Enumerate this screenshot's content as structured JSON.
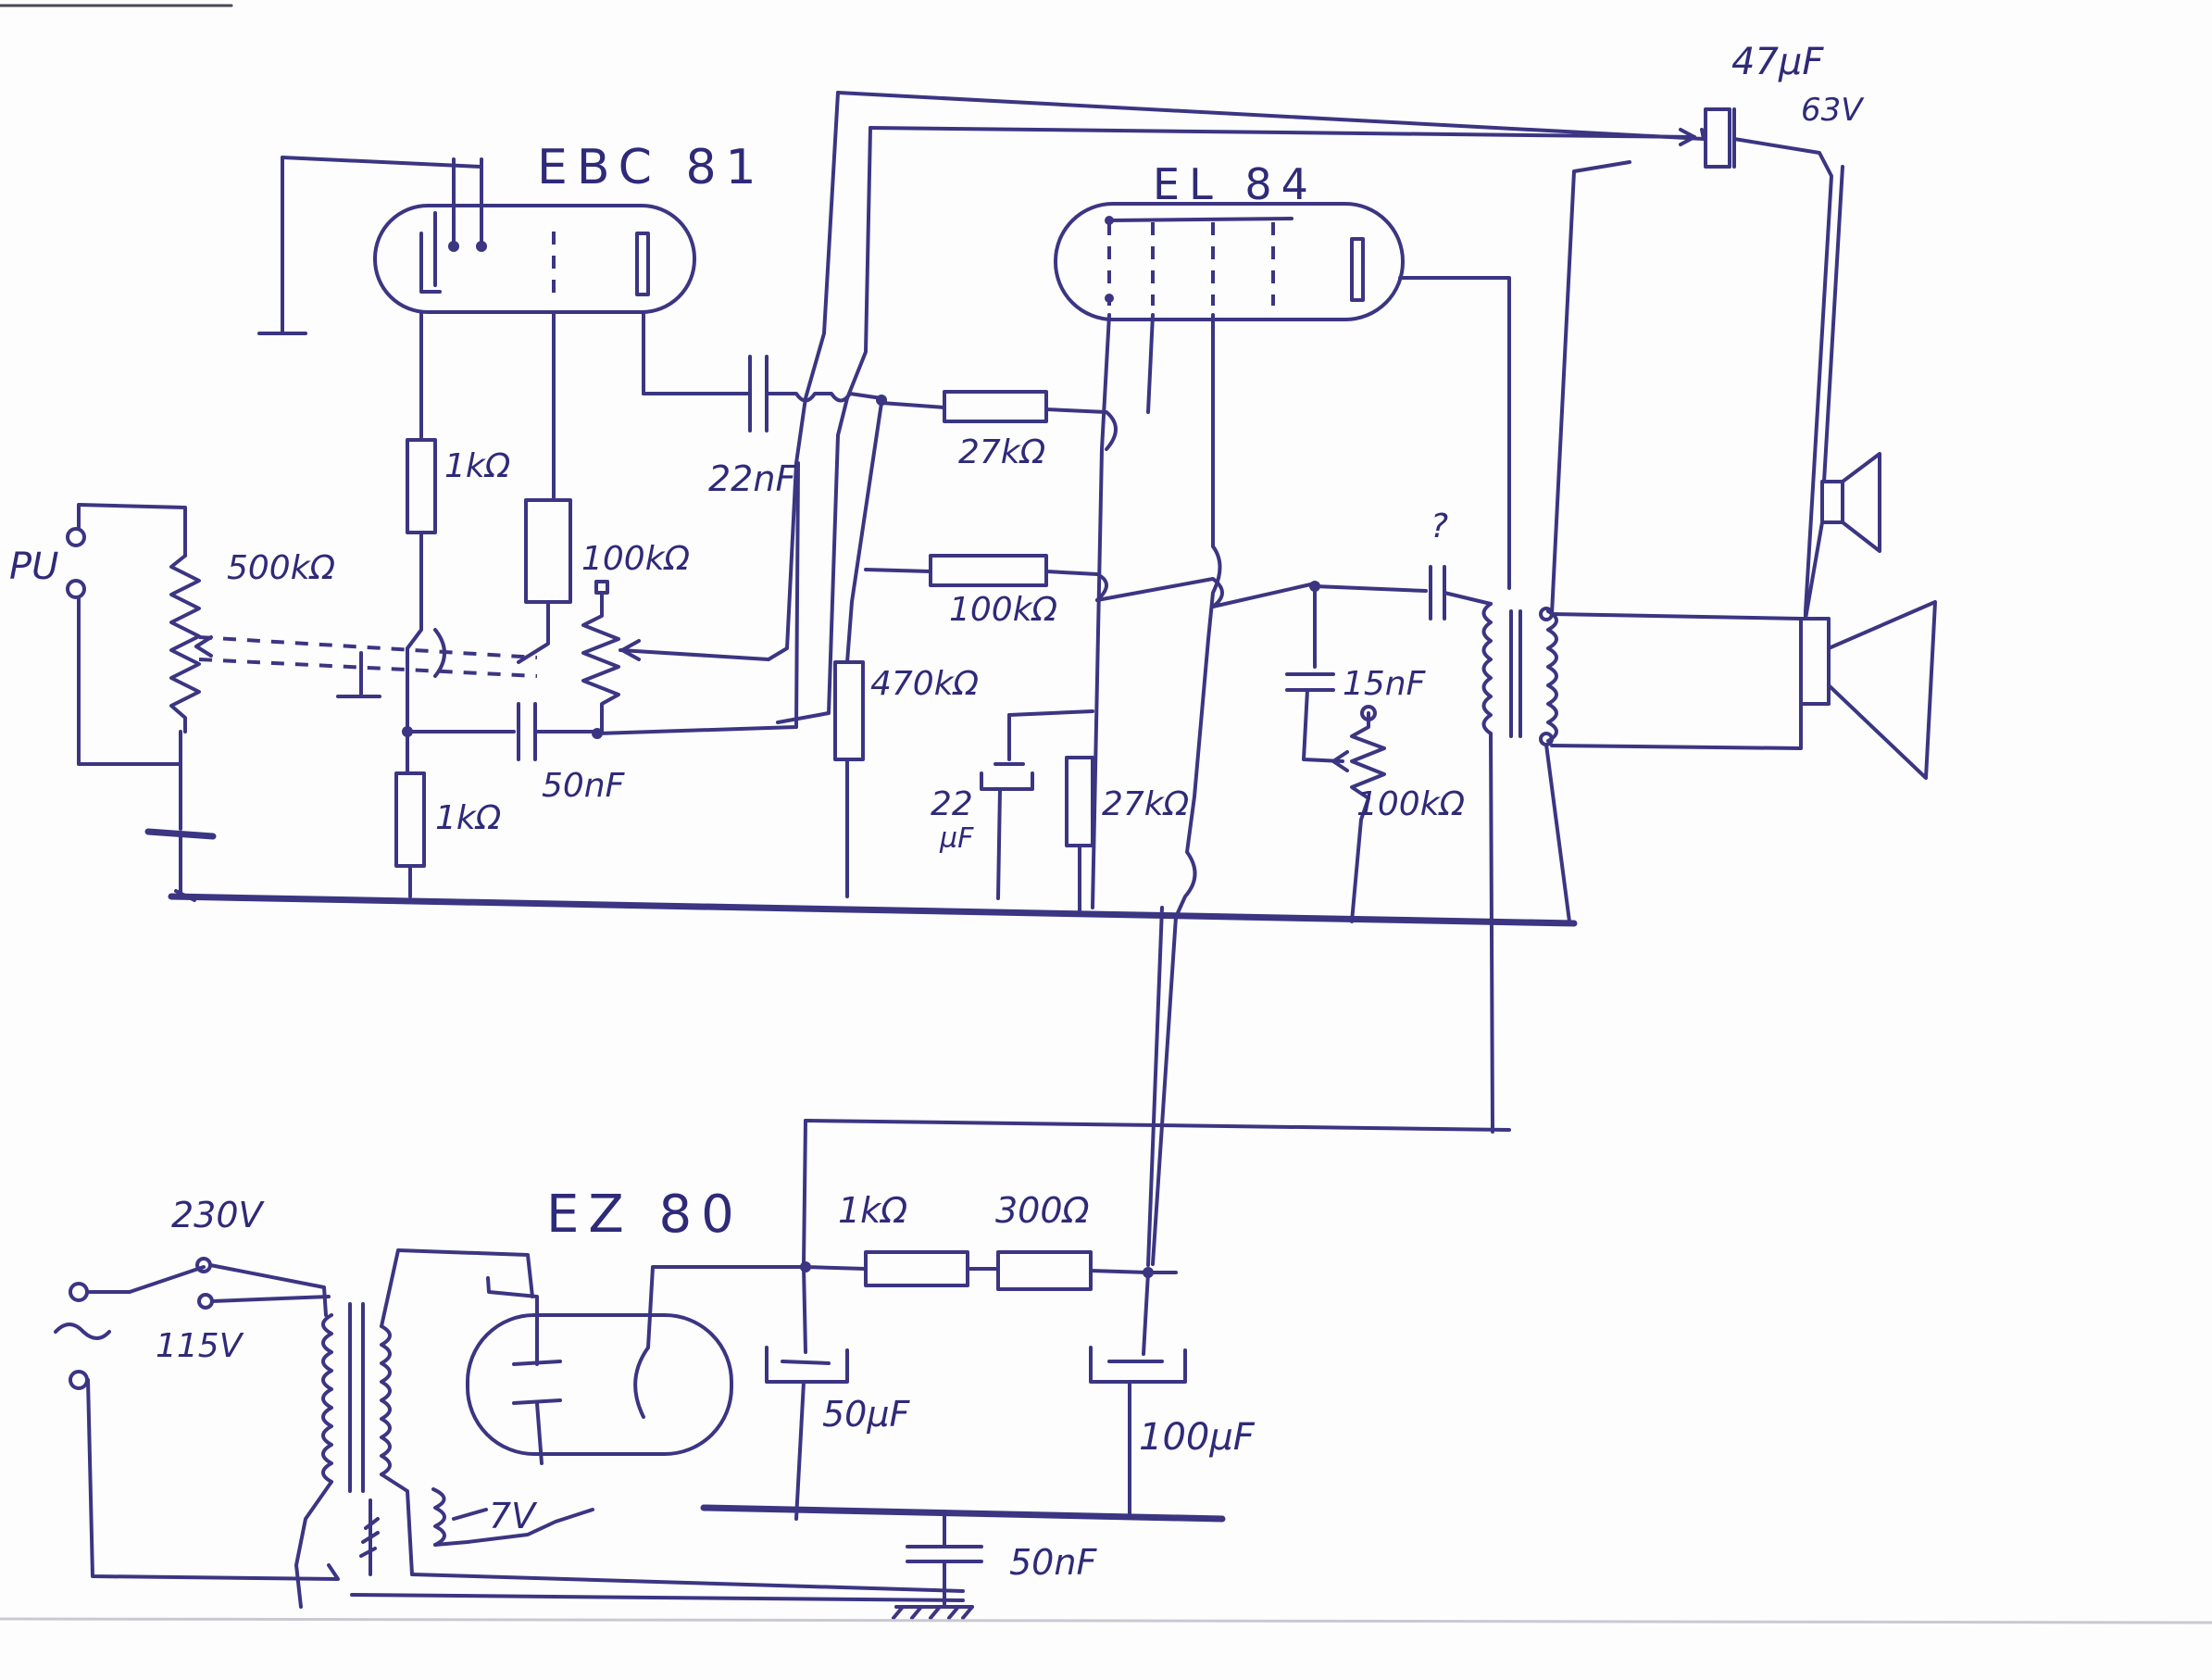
{
  "tubes": {
    "preamp": "EBC 81",
    "power": "EL 84",
    "rectifier": "EZ 80"
  },
  "labels": {
    "pickup": "PU",
    "vol_pot": "500kΩ",
    "r_cath1": "1kΩ",
    "r_cath2": "1kΩ",
    "r_plate1": "100kΩ",
    "c_couple": "22nF",
    "r_grid_stop": "27kΩ",
    "r_fb": "100kΩ",
    "r_grid_leak": "470kΩ",
    "c_cath": "22",
    "c_cath_unit": "µF",
    "r_cath_out": "27kΩ",
    "c_fb": "50nF",
    "c_tone_q": "?",
    "c_tone": "15nF",
    "tone_pot": "100kΩ",
    "c_out": "47µF",
    "c_out_v": "63V",
    "mains_230": "230V",
    "mains_115": "115V",
    "heater": "7V",
    "r_filter1": "1kΩ",
    "r_filter2": "300Ω",
    "c_filter1": "50µF",
    "c_filter2": "100µF",
    "c_chassis": "50nF"
  },
  "icons": [
    "speaker-icon",
    "ground-icon",
    "ac-source-icon"
  ]
}
